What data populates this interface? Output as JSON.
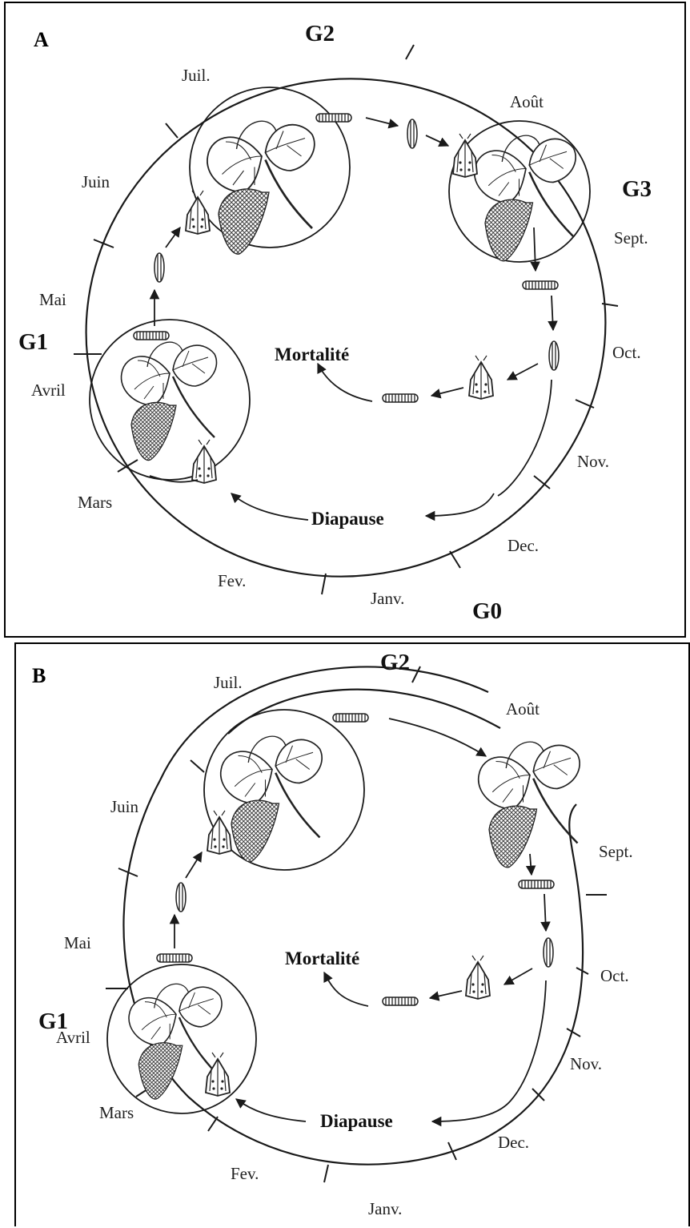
{
  "panels": [
    {
      "letter": "A",
      "generations": {
        "g0": "G0",
        "g1": "G1",
        "g2": "G2",
        "g3": "G3"
      },
      "months": {
        "juil": "Juil.",
        "aout": "Août",
        "juin": "Juin",
        "sept": "Sept.",
        "mai": "Mai",
        "oct": "Oct.",
        "avril": "Avril",
        "nov": "Nov.",
        "mars": "Mars",
        "dec": "Dec.",
        "fev": "Fev.",
        "janv": "Janv."
      },
      "labels": {
        "mortalite": "Mortalité",
        "diapause": "Diapause"
      }
    },
    {
      "letter": "B",
      "generations": {
        "g1": "G1",
        "g2": "G2"
      },
      "months": {
        "juil": "Juil.",
        "aout": "Août",
        "juin": "Juin",
        "sept": "Sept.",
        "mai": "Mai",
        "oct": "Oct.",
        "avril": "Avril",
        "nov": "Nov.",
        "mars": "Mars",
        "dec": "Dec.",
        "fev": "Fev.",
        "janv": "Janv."
      },
      "labels": {
        "mortalite": "Mortalité",
        "diapause": "Diapause"
      }
    }
  ],
  "colors": {
    "line": "#1a1a1a",
    "text": "#222222",
    "border": "#000000"
  }
}
